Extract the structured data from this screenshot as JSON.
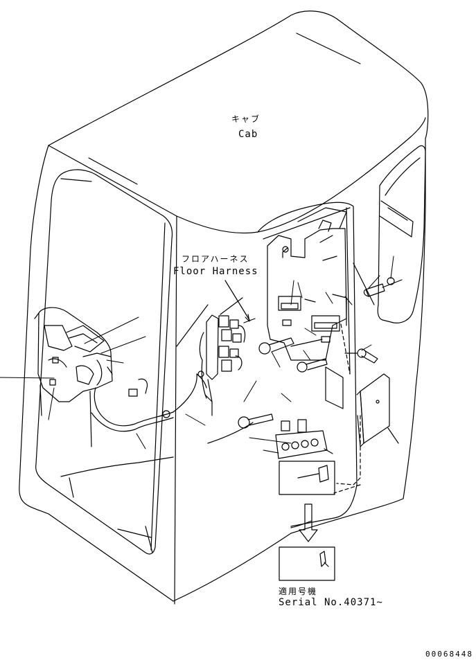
{
  "labels": {
    "cab_jp": "キャブ",
    "cab_en": "Cab",
    "floor_harness_jp": "フロアハーネス",
    "floor_harness_en": "Floor Harness",
    "serial_jp": "適用号機",
    "serial_en": "Serial No.40371~"
  },
  "drawing_number": "00068448"
}
